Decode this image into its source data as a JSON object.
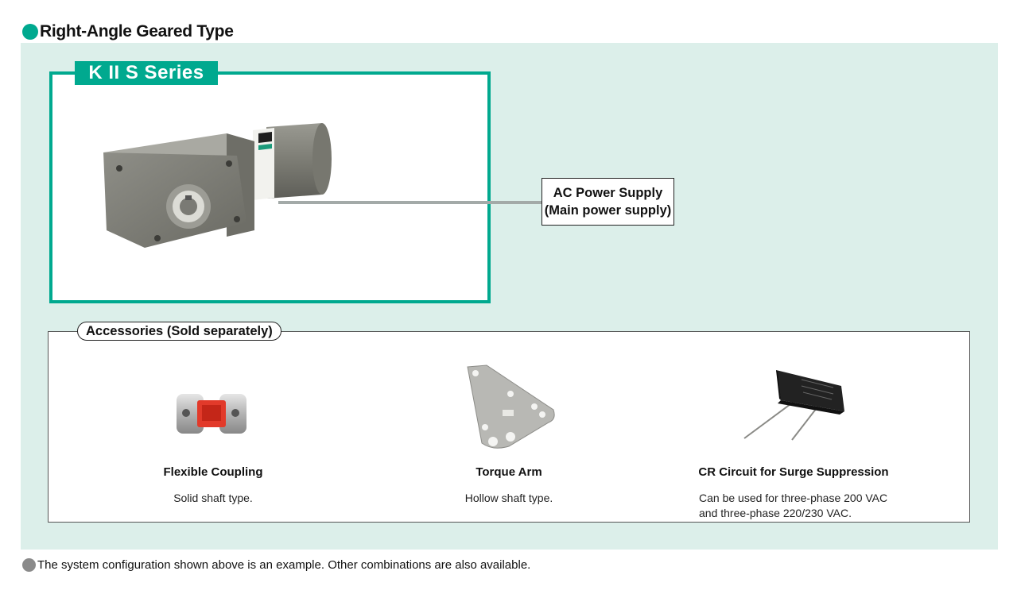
{
  "title": "Right-Angle Geared Type",
  "series": {
    "label": "K II S Series",
    "product_image": "right-angle-geared-motor"
  },
  "power_supply": {
    "line1": "AC Power Supply",
    "line2": "(Main power supply)"
  },
  "accessories": {
    "title": "Accessories (Sold separately)",
    "items": [
      {
        "name": "Flexible Coupling",
        "desc": [
          "Solid shaft type."
        ],
        "image": "flexible-coupling"
      },
      {
        "name": "Torque Arm",
        "desc": [
          "Hollow shaft type."
        ],
        "image": "torque-arm"
      },
      {
        "name": "CR Circuit for Surge Suppression",
        "desc": [
          "Can be used for three-phase 200 VAC",
          "and three-phase 220/230 VAC."
        ],
        "image": "cr-circuit-capacitor"
      }
    ]
  },
  "footnote": "The system configuration shown above is an example. Other combinations are also available.",
  "colors": {
    "accent": "#00a98f",
    "panel": "#dcefea",
    "line": "#a3aaa8"
  }
}
